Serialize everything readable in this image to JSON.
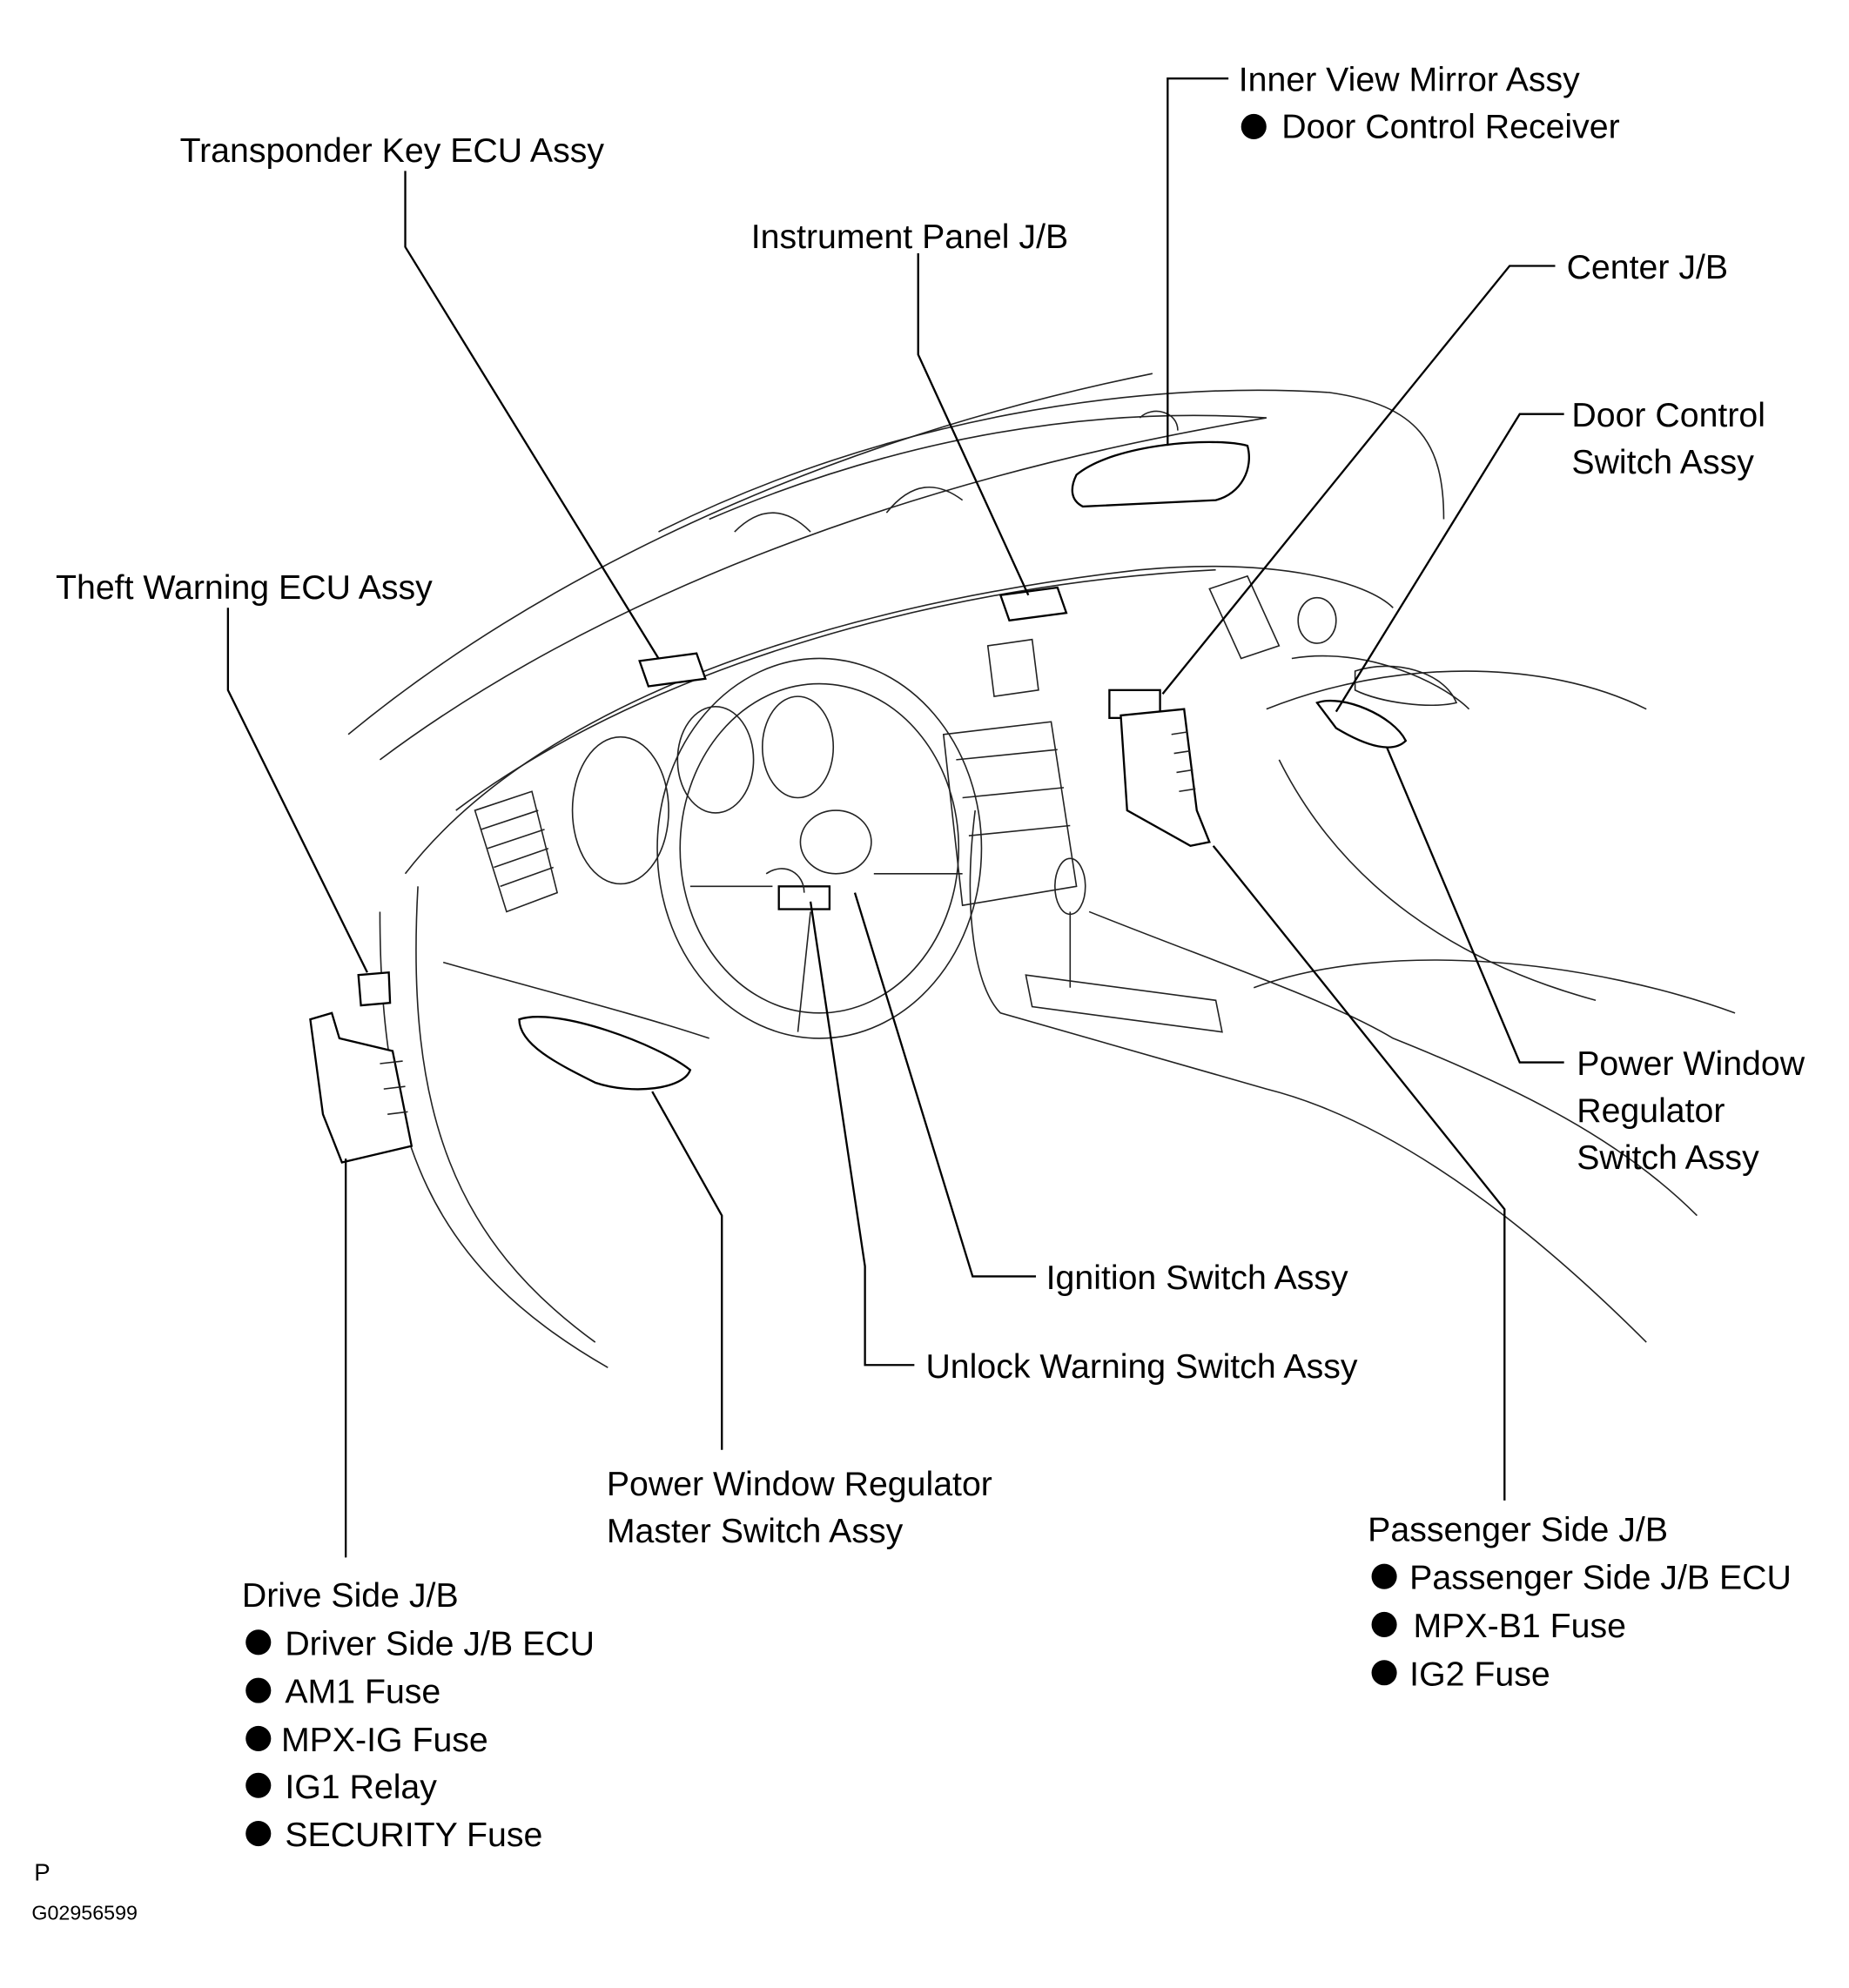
{
  "labels": {
    "inner_view_mirror": {
      "title": "Inner View Mirror Assy",
      "items": [
        "Door Control Receiver"
      ]
    },
    "transponder_key_ecu": "Transponder Key ECU Assy",
    "instrument_panel_jb": "Instrument Panel J/B",
    "center_jb": "Center J/B",
    "door_control_switch": [
      "Door Control",
      "Switch Assy"
    ],
    "theft_warning_ecu": "Theft Warning ECU Assy",
    "power_window_regulator_switch": [
      "Power Window",
      "Regulator",
      "Switch Assy"
    ],
    "ignition_switch": "Ignition Switch Assy",
    "unlock_warning_switch": "Unlock Warning Switch Assy",
    "power_window_master_switch": [
      "Power Window Regulator",
      "Master Switch Assy"
    ],
    "passenger_side_jb": {
      "title": "Passenger Side J/B",
      "items": [
        "Passenger Side J/B ECU",
        "MPX-B1  Fuse",
        "IG2 Fuse"
      ]
    },
    "drive_side_jb": {
      "title": "Drive Side J/B",
      "items": [
        "Driver Side J/B ECU",
        "AM1 Fuse",
        " MPX-IG  Fuse",
        "IG1 Relay",
        "SECURITY Fuse"
      ]
    }
  },
  "footer": {
    "view_code": "P",
    "figure_id": "G02956599"
  },
  "bullet_icon": "filled-circle"
}
